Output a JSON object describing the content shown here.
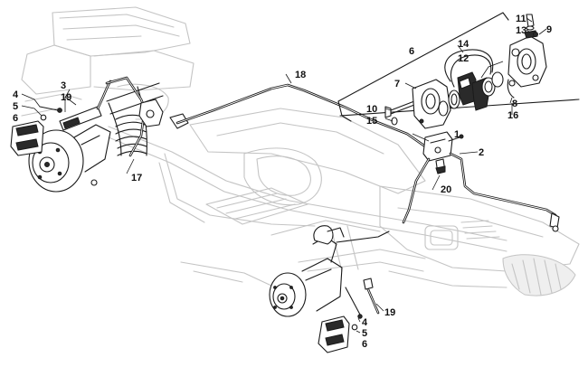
{
  "diagram": {
    "callouts": {
      "c1": "1",
      "c2": "2",
      "c3": "3",
      "c4a": "4",
      "c4b": "4",
      "c5a": "5",
      "c5b": "5",
      "c6a": "6",
      "c6b": "6",
      "c6c": "6",
      "c7": "7",
      "c8": "8",
      "c9": "9",
      "c10": "10",
      "c11": "11",
      "c12": "12",
      "c13": "13",
      "c14": "14",
      "c15": "15",
      "c16": "16",
      "c17": "17",
      "c18": "18",
      "c19a": "19",
      "c19b": "19",
      "c20": "20"
    },
    "colors": {
      "ink": "#1a1a1a",
      "ghost": "#c4c4c4",
      "background": "#ffffff"
    }
  }
}
